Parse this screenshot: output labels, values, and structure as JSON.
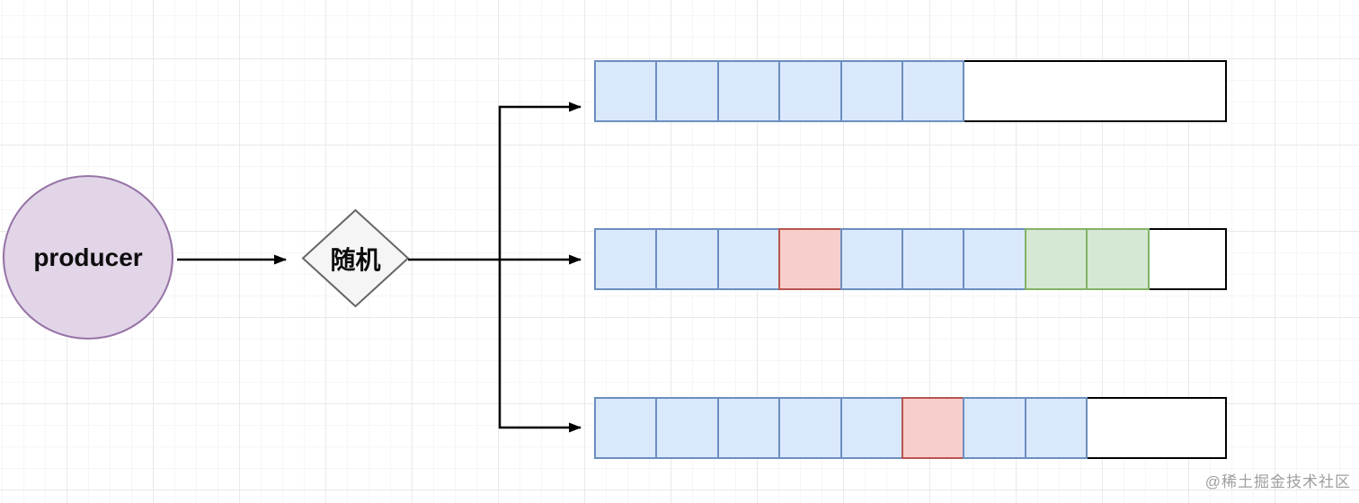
{
  "nodes": {
    "producer": {
      "label": "producer"
    },
    "decision": {
      "label": "随机"
    }
  },
  "palette": {
    "blue": {
      "fill": "#DAE8FC",
      "stroke": "#6C8EBF"
    },
    "red": {
      "fill": "#F8CECC",
      "stroke": "#B85450"
    },
    "green": {
      "fill": "#D5E8D4",
      "stroke": "#82B366"
    },
    "purple": {
      "fill": "#E1D5E7",
      "stroke": "#9673A6"
    },
    "gray": {
      "fill": "#F5F5F5",
      "stroke": "#666666"
    },
    "line": "#000000"
  },
  "queues": [
    {
      "cells": [
        "blue",
        "blue",
        "blue",
        "blue",
        "blue",
        "blue"
      ]
    },
    {
      "cells": [
        "blue",
        "blue",
        "blue",
        "red",
        "blue",
        "blue",
        "blue",
        "green",
        "green"
      ]
    },
    {
      "cells": [
        "blue",
        "blue",
        "blue",
        "blue",
        "blue",
        "red",
        "blue",
        "blue"
      ]
    }
  ],
  "watermark": {
    "text": "@稀土掘金技术社区",
    "color": "#9E9E9E"
  }
}
